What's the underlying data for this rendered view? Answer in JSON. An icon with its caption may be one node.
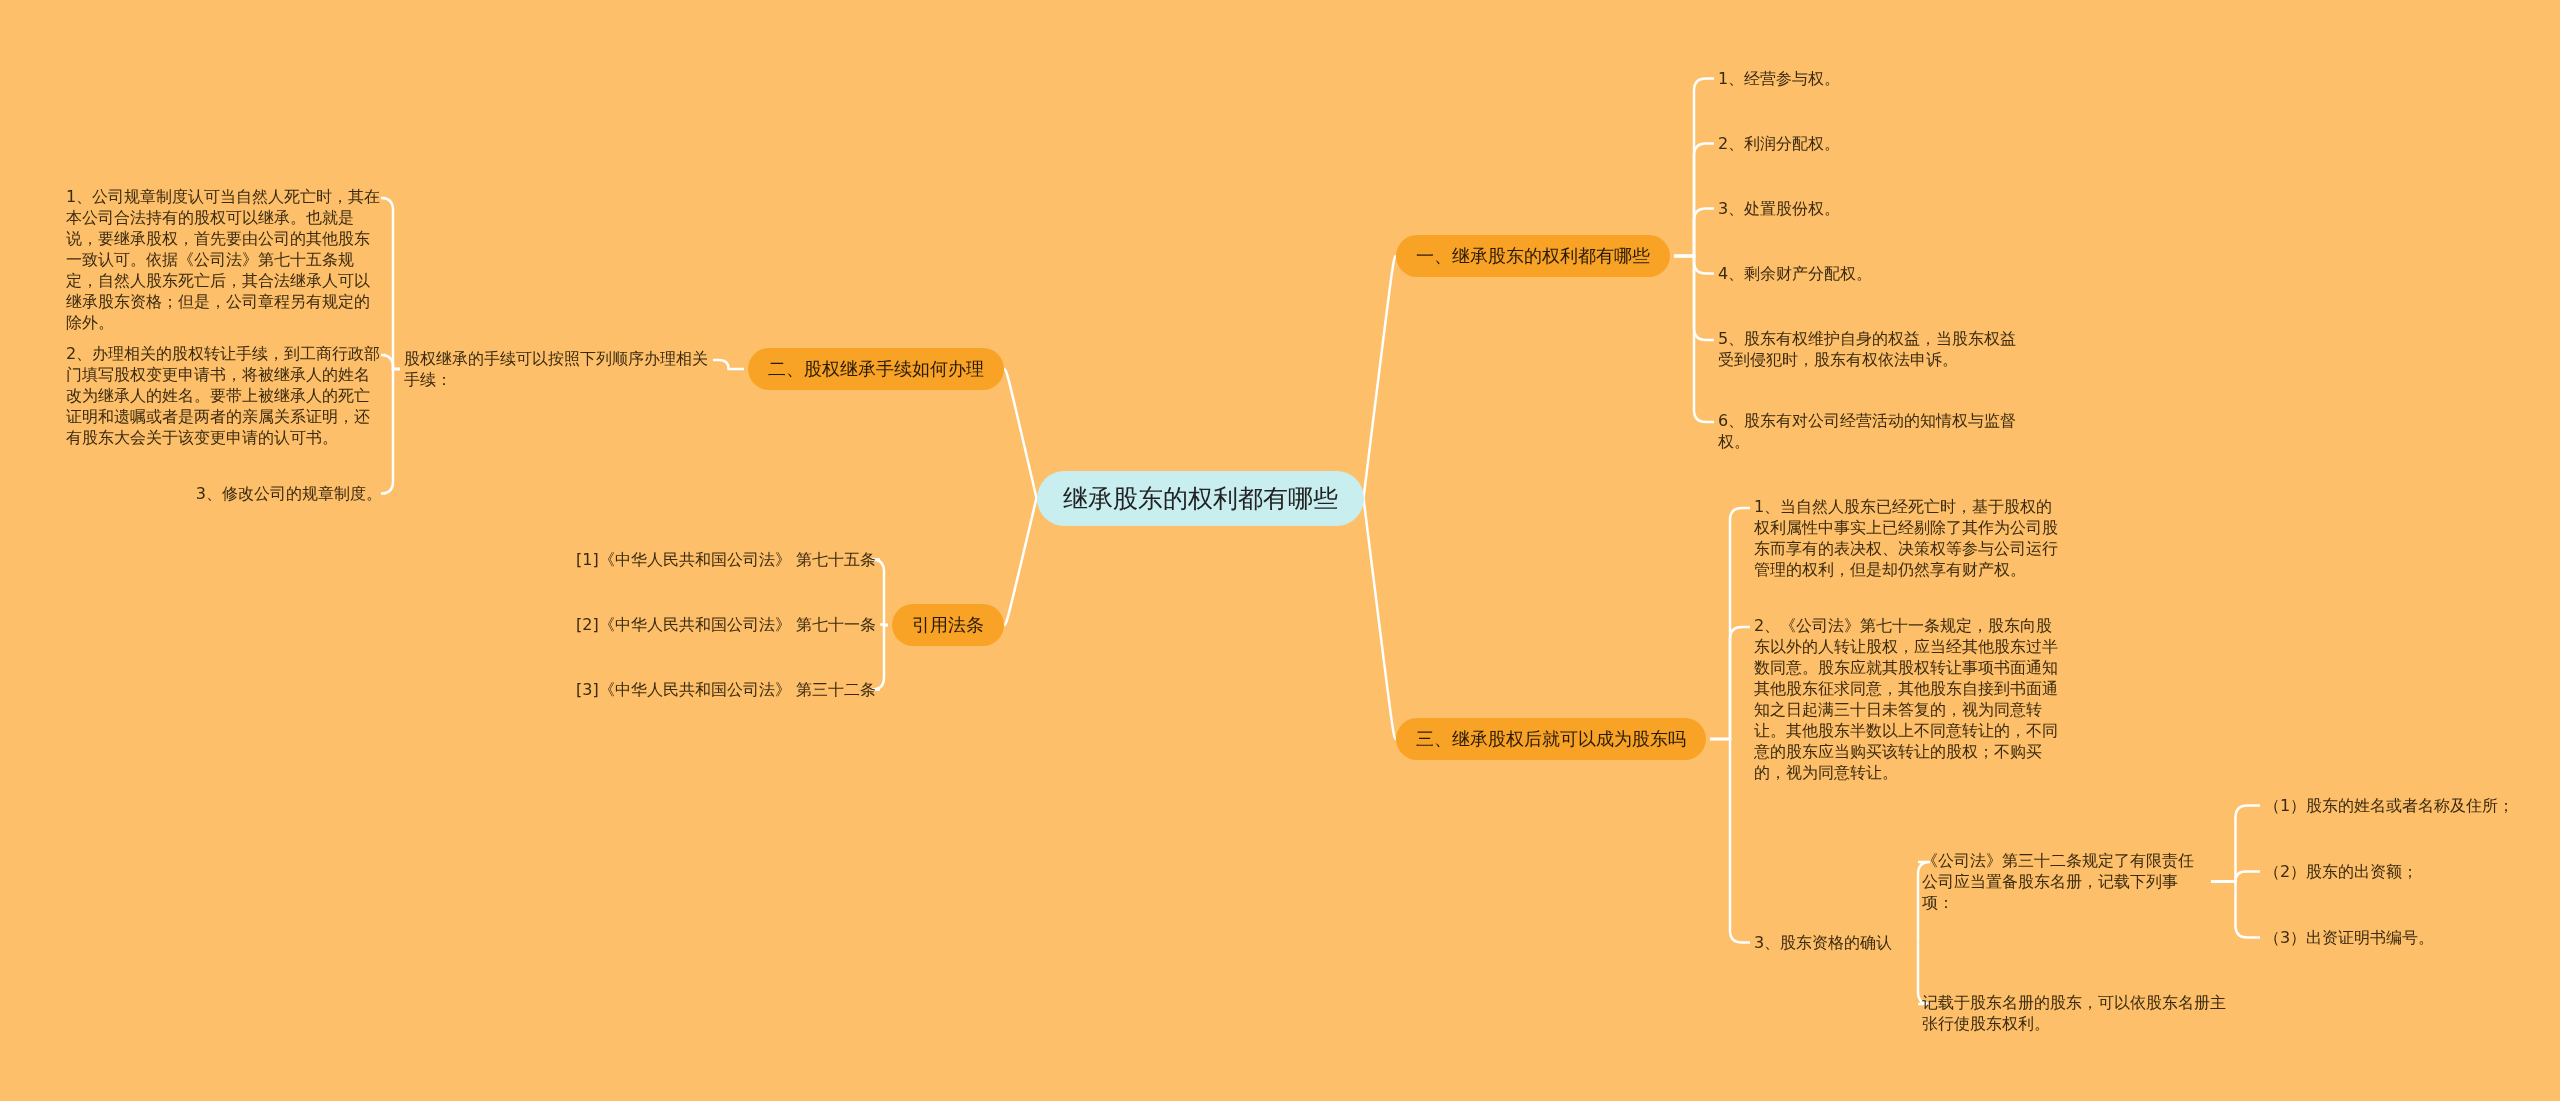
{
  "diagram": {
    "nodes": [
      {
        "text": [
          "继承股东的权利都有哪些"
        ]
      },
      {
        "text": [
          "一、继承股东的权利都有哪些"
        ]
      },
      {
        "text": [
          "1、经营参与权。"
        ]
      },
      {
        "text": [
          "2、利润分配权。"
        ]
      },
      {
        "text": [
          "3、处置股份权。"
        ]
      },
      {
        "text": [
          "4、剩余财产分配权。"
        ]
      },
      {
        "text": [
          "5、股东有权维护自身的权益，当股东权益受到侵犯时，股东有权依法申诉。"
        ]
      },
      {
        "text": [
          "6、股东有对公司经营活动的知情权与监督权。"
        ]
      },
      {
        "text": [
          "二、股权继承手续如何办理"
        ]
      },
      {
        "text": [
          "股权继承的手续可以按照下列顺序办理相关手续："
        ]
      },
      {
        "text": [
          "1、公司规章制度认可当自然人死亡时，其在本公司合法持有的股权可以继承。也就是说，要继承股权，首先要由公司的其他股东一致认可。依据《公司法》第七十五条规定，自然人股东死亡后，其合法继承人可以继承股东资格；但是，公司章程另有规定的除外。"
        ]
      },
      {
        "text": [
          "2、办理相关的股权转让手续，到工商行政部门填写股权变更申请书，将被继承人的姓名改为继承人的姓名。要带上被继承人的死亡证明和遗嘱或者是两者的亲属关系证明，还有股东大会关于该变更申请的认可书。"
        ]
      },
      {
        "text": [
          "3、修改公司的规章制度。"
        ]
      },
      {
        "text": [
          "引用法条"
        ]
      },
      {
        "text": [
          "[1]《中华人民共和国公司法》 第七十五条"
        ]
      },
      {
        "text": [
          "[2]《中华人民共和国公司法》 第七十一条"
        ]
      },
      {
        "text": [
          "[3]《中华人民共和国公司法》 第三十二条"
        ]
      },
      {
        "text": [
          "三、继承股权后就可以成为股东吗"
        ]
      },
      {
        "text": [
          "1、当自然人股东已经死亡时，基于股权的权利属性中事实上已经剔除了其作为公司股东而享有的表决权、决策权等参与公司运行管理的权利，但是却仍然享有财产权。"
        ]
      },
      {
        "text": [
          "2、《公司法》第七十一条规定，股东向股东以外的人转让股权，应当经其他股东过半数同意。股东应就其股权转让事项书面通知其他股东征求同意，其他股东自接到书面通知之日起满三十日未答复的，视为同意转让。其他股东半数以上不同意转让的，不同意的股东应当购买该转让的股权；不购买的，视为同意转让。"
        ]
      },
      {
        "text": [
          "3、股东资格的确认"
        ]
      },
      {
        "text": [
          "《公司法》第三十二条规定了有限责任公司应当置备股东名册，记载下列事项："
        ]
      },
      {
        "text": [
          "记载于股东名册的股东，可以依股东名册主张行使股东权利。"
        ]
      },
      {
        "text": [
          "（1）股东的姓名或者名称及住所；"
        ]
      },
      {
        "text": [
          "（2）股东的出资额；"
        ]
      },
      {
        "text": [
          "（3）出资证明书编号。"
        ]
      }
    ],
    "edges": [
      {
        "from": 0,
        "to": 1,
        "arrow": "none"
      },
      {
        "from": 1,
        "to": 2,
        "arrow": "none"
      },
      {
        "from": 1,
        "to": 3,
        "arrow": "none"
      },
      {
        "from": 1,
        "to": 4,
        "arrow": "none"
      },
      {
        "from": 1,
        "to": 5,
        "arrow": "none"
      },
      {
        "from": 1,
        "to": 6,
        "arrow": "none"
      },
      {
        "from": 1,
        "to": 7,
        "arrow": "none"
      },
      {
        "from": 0,
        "to": 8,
        "arrow": "none"
      },
      {
        "from": 8,
        "to": 9,
        "arrow": "none"
      },
      {
        "from": 9,
        "to": 10,
        "arrow": "none"
      },
      {
        "from": 9,
        "to": 11,
        "arrow": "none"
      },
      {
        "from": 9,
        "to": 12,
        "arrow": "none"
      },
      {
        "from": 0,
        "to": 13,
        "arrow": "none"
      },
      {
        "from": 13,
        "to": 14,
        "arrow": "none"
      },
      {
        "from": 13,
        "to": 15,
        "arrow": "none"
      },
      {
        "from": 13,
        "to": 16,
        "arrow": "none"
      },
      {
        "from": 0,
        "to": 17,
        "arrow": "none"
      },
      {
        "from": 17,
        "to": 18,
        "arrow": "none"
      },
      {
        "from": 17,
        "to": 19,
        "arrow": "none"
      },
      {
        "from": 17,
        "to": 20,
        "arrow": "none"
      },
      {
        "from": 20,
        "to": 21,
        "arrow": "none"
      },
      {
        "from": 20,
        "to": 22,
        "arrow": "none"
      },
      {
        "from": 21,
        "to": 23,
        "arrow": "none"
      },
      {
        "from": 21,
        "to": 24,
        "arrow": "none"
      },
      {
        "from": 21,
        "to": 25,
        "arrow": "none"
      }
    ]
  }
}
